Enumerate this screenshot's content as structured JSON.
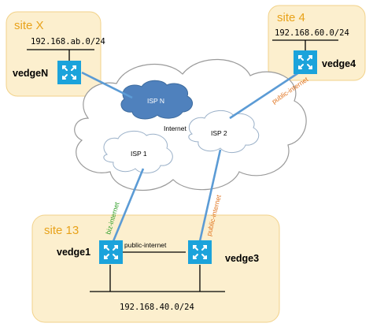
{
  "sites": {
    "x": {
      "label": "site X",
      "subnet": "192.168.ab.0/24",
      "router": "vedgeN"
    },
    "four": {
      "label": "site 4",
      "subnet": "192.168.60.0/24",
      "router": "vedge4"
    },
    "thirteen": {
      "label": "site 13",
      "subnet": "192.168.40.0/24",
      "router1": "vedge1",
      "router3": "vedge3"
    }
  },
  "clouds": {
    "internet": "Internet",
    "isp_n": "ISP N",
    "isp_1": "ISP 1",
    "isp_2": "ISP 2"
  },
  "links": {
    "vedge4_transport": "public-internet",
    "vedge1_transport": "biz-internet",
    "vedge3_transport": "public-internet",
    "site13_tloc": "public-internet"
  },
  "colors": {
    "site_fill": "#fcefce",
    "site_label": "#e8a21a",
    "router": "#1ba3db",
    "wan_link": "#5b9bd5",
    "isp_n_cloud": "#4f81bd",
    "biz_internet_text": "#33a02c",
    "public_internet_text": "#e0731e"
  }
}
